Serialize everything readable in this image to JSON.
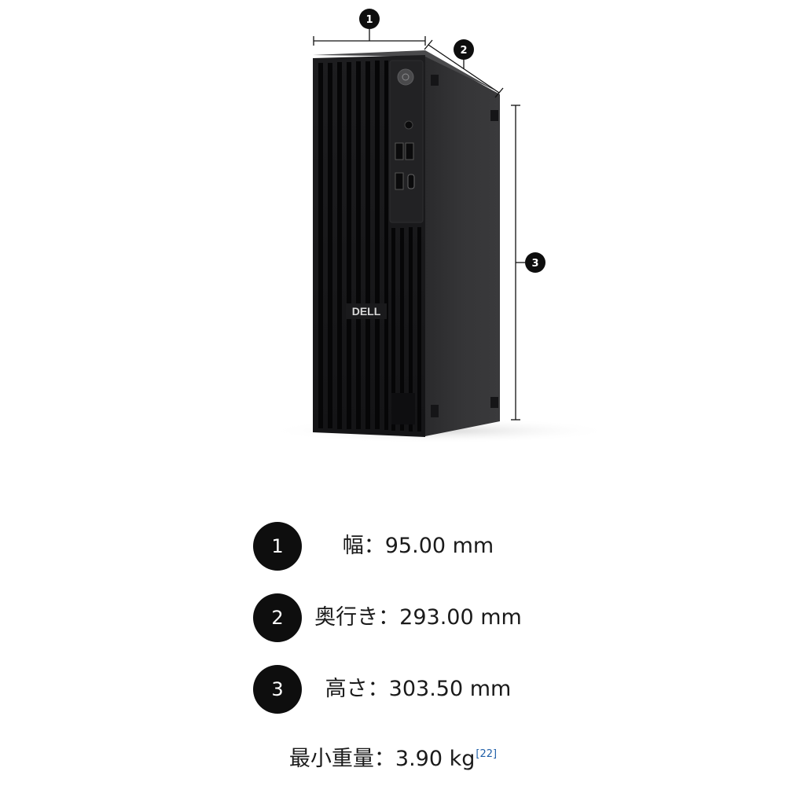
{
  "figure": {
    "brand_logo": "DELL",
    "callouts": [
      "1",
      "2",
      "3"
    ]
  },
  "specs": [
    {
      "number": "1",
      "label": "幅：95.00 mm"
    },
    {
      "number": "2",
      "label": "奥行き：293.00 mm"
    },
    {
      "number": "3",
      "label": "高さ：303.50 mm"
    }
  ],
  "weight": {
    "label": "最小重量：3.90 kg",
    "footnote": "[22]"
  },
  "colors": {
    "badge": "#0e0e0e",
    "text": "#1a1a1a",
    "footnote_link": "#1f5fa8"
  },
  "icons": {
    "usb": "usb-icon",
    "usb_c": "usb-c-icon",
    "headset_jack": "headset-jack-icon",
    "power_button": "power-button-icon"
  }
}
